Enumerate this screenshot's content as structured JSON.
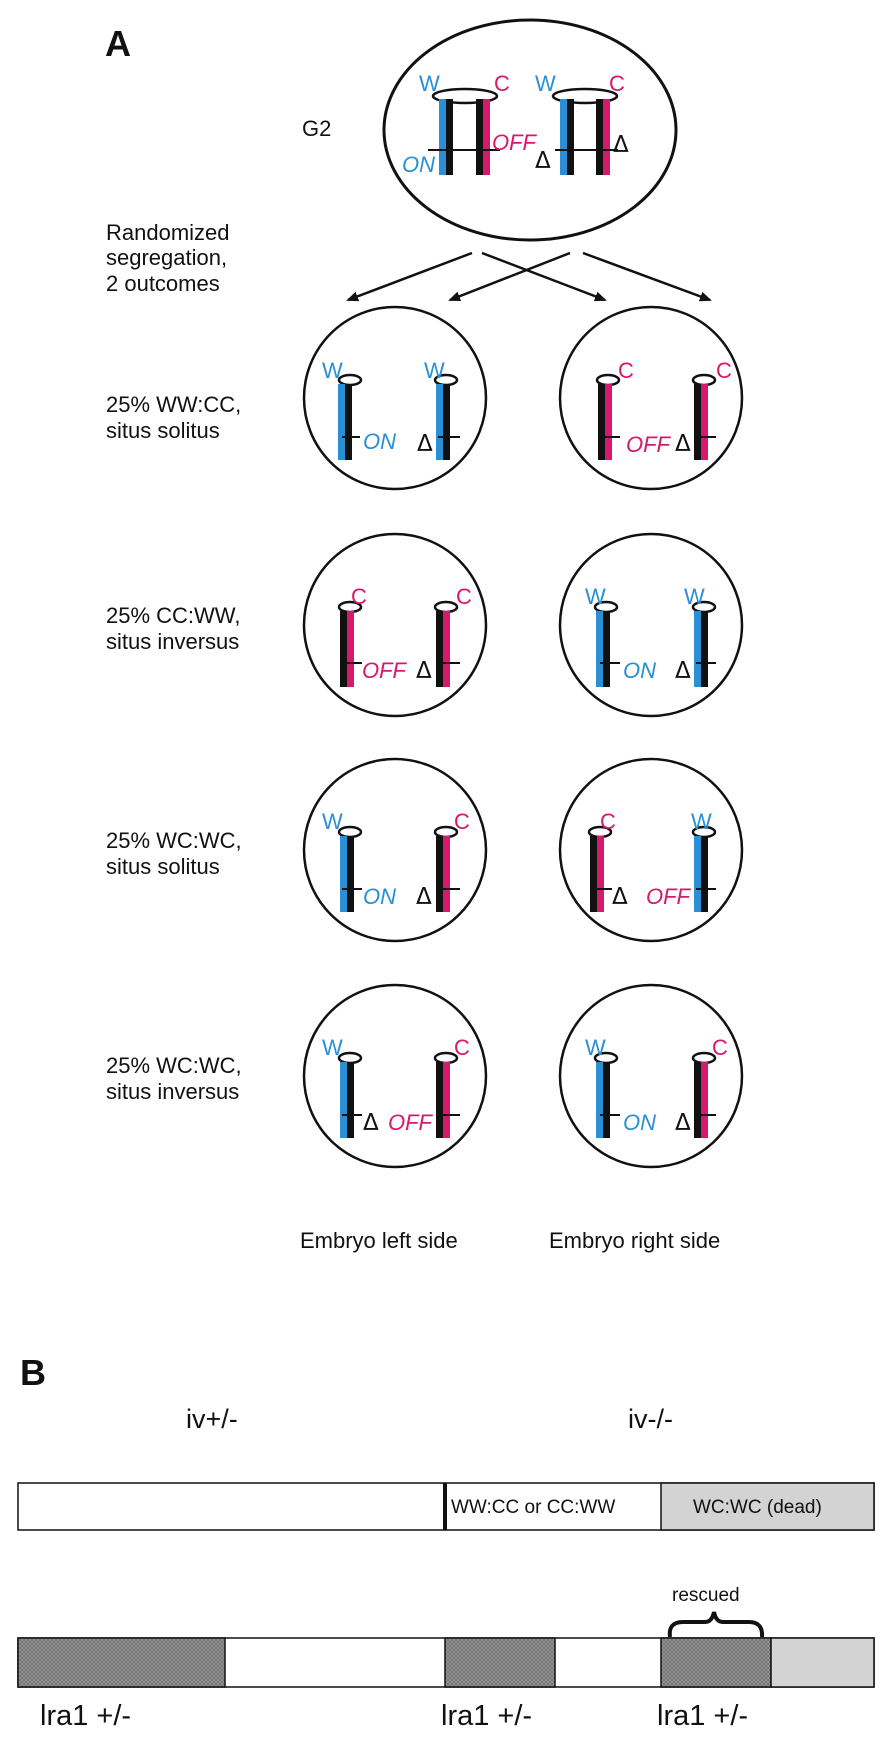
{
  "colors": {
    "watson": "#2a8fd4",
    "crick": "#d6196b",
    "black": "#111111",
    "shade_dark": "#8f8f8f",
    "shade_light": "#d3d3d3"
  },
  "panel_a": {
    "letter": "A",
    "g2_label": "G2",
    "segregation_label": [
      "Randomized",
      "segregation,",
      "2 outcomes"
    ],
    "strand_w": "W",
    "strand_c": "C",
    "state_on": "ON",
    "state_off": "OFF",
    "delta": "Δ",
    "outcomes": [
      {
        "line1": "25% WW:CC,",
        "line2": "situs solitus"
      },
      {
        "line1": "25% CC:WW,",
        "line2": "situs inversus"
      },
      {
        "line1": "25% WC:WC,",
        "line2": "situs solitus"
      },
      {
        "line1": "25% WC:WC,",
        "line2": "situs inversus"
      }
    ],
    "left_side_label": "Embryo left side",
    "right_side_label": "Embryo right side"
  },
  "panel_b": {
    "letter": "B",
    "genotype_left": "iv+/-",
    "genotype_right": "iv-/-",
    "bar_wwcc": "WW:CC or CC:WW",
    "bar_dead": "WC:WC (dead)",
    "rescued": "rescued",
    "lra1": "lra1 +/-"
  }
}
